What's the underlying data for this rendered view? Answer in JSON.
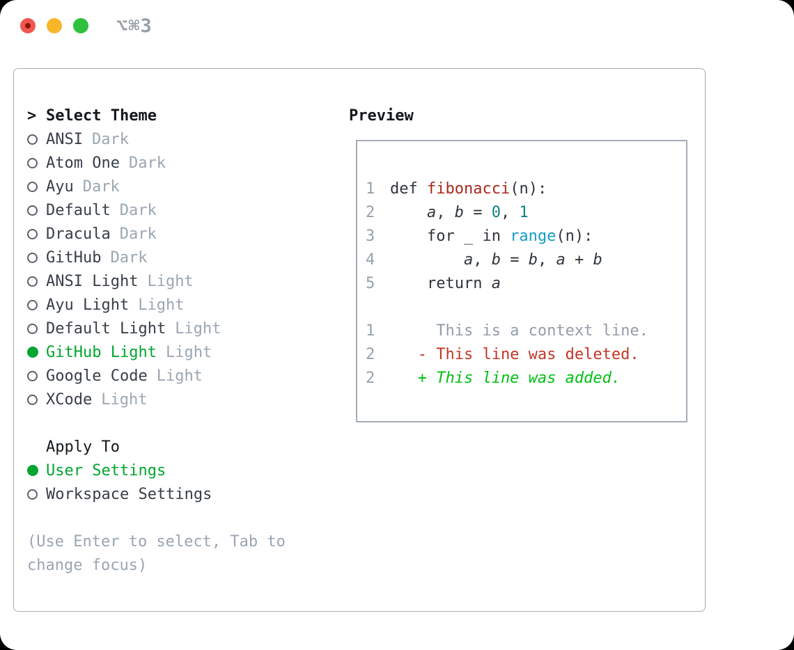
{
  "window": {
    "title": "⌥⌘3",
    "buttons": [
      "close",
      "minimize",
      "zoom"
    ]
  },
  "theme_selector": {
    "prompt": ">",
    "header": "Select Theme",
    "themes": [
      {
        "name": "ANSI",
        "variant": "Dark",
        "selected": false
      },
      {
        "name": "Atom One",
        "variant": "Dark",
        "selected": false
      },
      {
        "name": "Ayu",
        "variant": "Dark",
        "selected": false
      },
      {
        "name": "Default",
        "variant": "Dark",
        "selected": false
      },
      {
        "name": "Dracula",
        "variant": "Dark",
        "selected": false
      },
      {
        "name": "GitHub",
        "variant": "Dark",
        "selected": false
      },
      {
        "name": "ANSI Light",
        "variant": "Light",
        "selected": false
      },
      {
        "name": "Ayu Light",
        "variant": "Light",
        "selected": false
      },
      {
        "name": "Default Light",
        "variant": "Light",
        "selected": false
      },
      {
        "name": "GitHub Light",
        "variant": "Light",
        "selected": true
      },
      {
        "name": "Google Code",
        "variant": "Light",
        "selected": false
      },
      {
        "name": "XCode",
        "variant": "Light",
        "selected": false
      }
    ]
  },
  "apply_to": {
    "header": "Apply To",
    "options": [
      {
        "label": "User Settings",
        "selected": true
      },
      {
        "label": "Workspace Settings",
        "selected": false
      }
    ]
  },
  "hint_lines": [
    "(Use Enter to select, Tab to",
    "change focus)"
  ],
  "preview": {
    "header": "Preview",
    "code_lines": [
      {
        "ln": "1",
        "segments": [
          {
            "t": "def ",
            "c": "plain"
          },
          {
            "t": "fibonacci",
            "c": "fn"
          },
          {
            "t": "(n):",
            "c": "plain"
          }
        ]
      },
      {
        "ln": "2",
        "segments": [
          {
            "t": "    ",
            "c": "plain"
          },
          {
            "t": "a",
            "c": "var"
          },
          {
            "t": ", ",
            "c": "plain"
          },
          {
            "t": "b",
            "c": "var"
          },
          {
            "t": " = ",
            "c": "plain"
          },
          {
            "t": "0",
            "c": "num"
          },
          {
            "t": ", ",
            "c": "plain"
          },
          {
            "t": "1",
            "c": "num"
          }
        ]
      },
      {
        "ln": "3",
        "segments": [
          {
            "t": "    for _ in ",
            "c": "plain"
          },
          {
            "t": "range",
            "c": "call"
          },
          {
            "t": "(n):",
            "c": "plain"
          }
        ]
      },
      {
        "ln": "4",
        "segments": [
          {
            "t": "        ",
            "c": "plain"
          },
          {
            "t": "a",
            "c": "var"
          },
          {
            "t": ", ",
            "c": "plain"
          },
          {
            "t": "b",
            "c": "var"
          },
          {
            "t": " = ",
            "c": "plain"
          },
          {
            "t": "b",
            "c": "var"
          },
          {
            "t": ", ",
            "c": "plain"
          },
          {
            "t": "a",
            "c": "var"
          },
          {
            "t": " + ",
            "c": "plain"
          },
          {
            "t": "b",
            "c": "var"
          }
        ]
      },
      {
        "ln": "5",
        "segments": [
          {
            "t": "    return ",
            "c": "plain"
          },
          {
            "t": "a",
            "c": "var"
          }
        ]
      },
      {
        "ln": "",
        "segments": []
      },
      {
        "ln": "1",
        "segments": [
          {
            "t": "     This is a context line.",
            "c": "ctx"
          }
        ]
      },
      {
        "ln": "2",
        "segments": [
          {
            "t": "   - This line was deleted.",
            "c": "del"
          }
        ]
      },
      {
        "ln": "2",
        "segments": [
          {
            "t": "   + This line was added.",
            "c": "add"
          }
        ]
      }
    ]
  },
  "colors": {
    "selection_green": "#00a62f",
    "added_green": "#00bf12",
    "deleted_red": "#c23726",
    "function_red": "#a8291b",
    "number_teal": "#0f8080",
    "builtin_cyan": "#149cc6",
    "muted_gray": "#9ba6b2",
    "border_gray": "#a6adb7",
    "traffic_red": "#f2574f",
    "traffic_yellow": "#f8b62a",
    "traffic_green": "#2ec13e"
  }
}
